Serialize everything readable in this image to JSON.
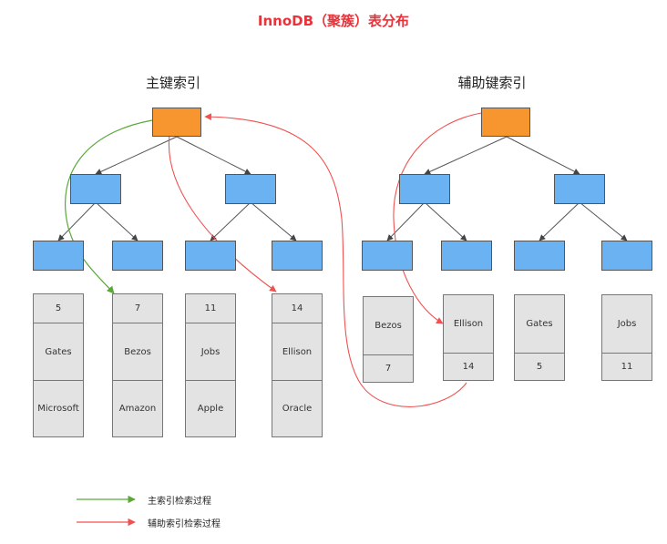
{
  "title": "InnoDB（聚簇）表分布",
  "primary_index": {
    "heading": "主键索引",
    "leaves": [
      {
        "id": "5",
        "name": "Gates",
        "company": "Microsoft"
      },
      {
        "id": "7",
        "name": "Bezos",
        "company": "Amazon"
      },
      {
        "id": "11",
        "name": "Jobs",
        "company": "Apple"
      },
      {
        "id": "14",
        "name": "Ellison",
        "company": "Oracle"
      }
    ]
  },
  "secondary_index": {
    "heading": "辅助键索引",
    "leaves": [
      {
        "name": "Bezos",
        "id": "7"
      },
      {
        "name": "Ellison",
        "id": "14"
      },
      {
        "name": "Gates",
        "id": "5"
      },
      {
        "name": "Jobs",
        "id": "11"
      }
    ]
  },
  "legend": {
    "primary": "主索引检索过程",
    "secondary": "辅助索引检索过程"
  },
  "colors": {
    "root": "#f7962f",
    "node": "#6bb2f2",
    "leaf": "#e3e3e3",
    "primary_path": "#5aa83a",
    "secondary_path": "#f05252",
    "title": "#e8333a"
  }
}
